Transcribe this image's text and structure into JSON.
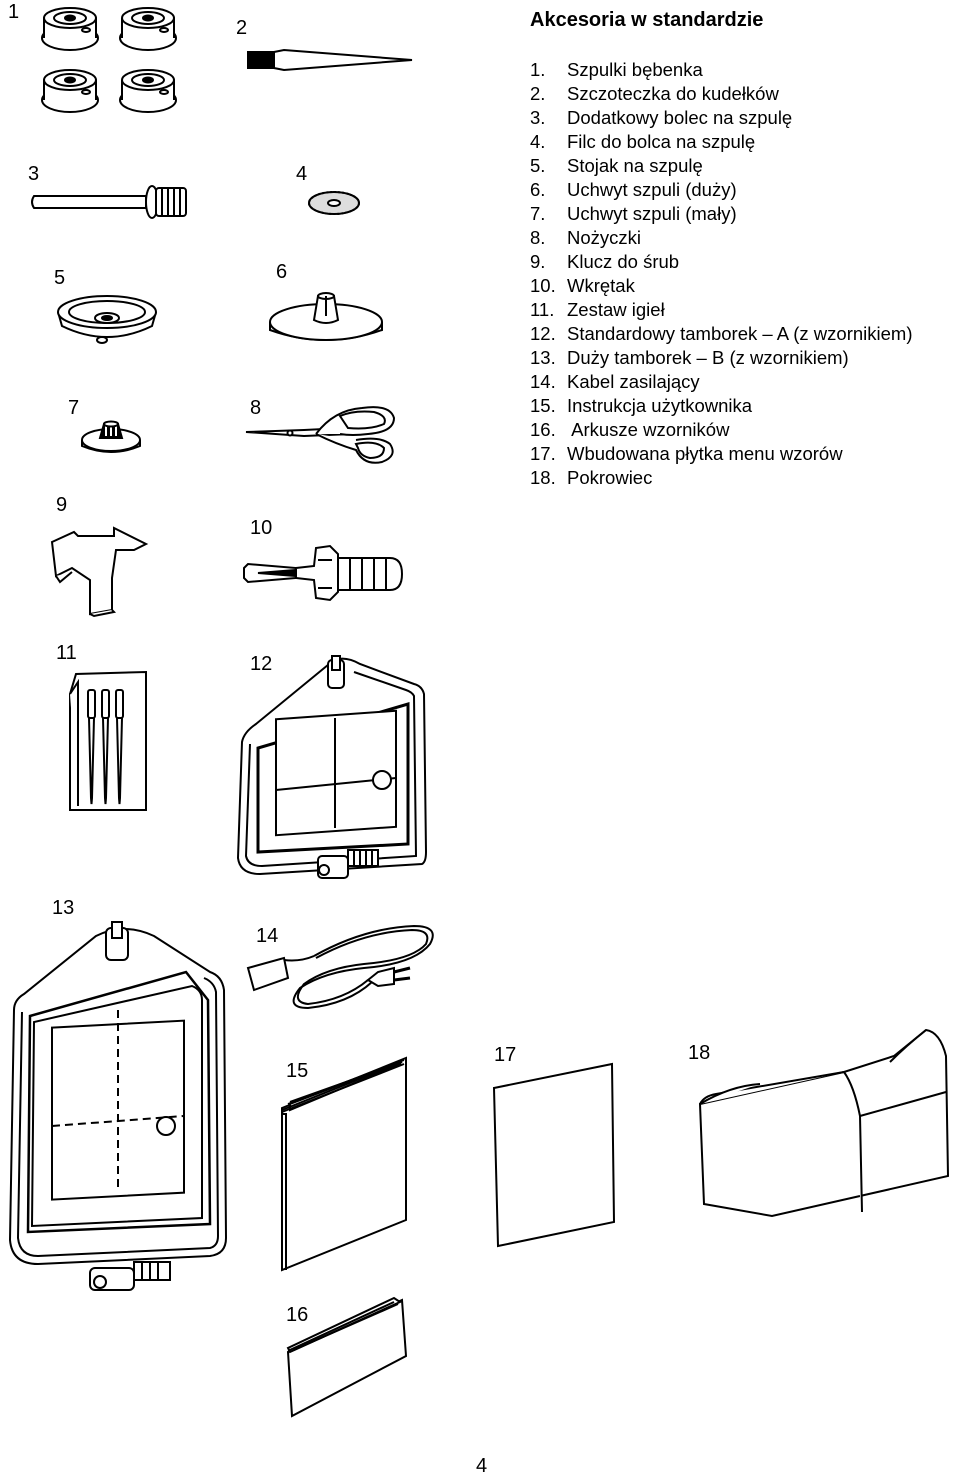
{
  "heading": "Akcesoria w standardzie",
  "items": [
    {
      "num": "1.",
      "name": "Szpulki bębenka"
    },
    {
      "num": "2.",
      "name": "Szczoteczka do kudełków"
    },
    {
      "num": "3.",
      "name": "Dodatkowy bolec na szpulę"
    },
    {
      "num": "4.",
      "name": "Filc do bolca na szpulę"
    },
    {
      "num": "5.",
      "name": "Stojak na szpulę"
    },
    {
      "num": "6.",
      "name": "Uchwyt szpuli (duży)"
    },
    {
      "num": "7.",
      "name": "Uchwyt szpuli (mały)"
    },
    {
      "num": "8.",
      "name": "Nożyczki"
    },
    {
      "num": "9.",
      "name": "Klucz do śrub"
    },
    {
      "num": "10.",
      "name": "Wkrętak"
    },
    {
      "num": "11.",
      "name": "Zestaw igieł"
    },
    {
      "num": "12.",
      "name": "Standardowy tamborek – A (z wzornikiem)"
    },
    {
      "num": "13.",
      "name": "Duży tamborek – B (z wzornikiem)"
    },
    {
      "num": "14.",
      "name": "Kabel zasilający"
    },
    {
      "num": "15.",
      "name": "Instrukcja użytkownika"
    },
    {
      "num": "16.",
      "name": " Arkusze wzorników"
    },
    {
      "num": "17.",
      "name": "Wbudowana płytka menu wzorów"
    },
    {
      "num": "18.",
      "name": "Pokrowiec"
    }
  ],
  "figure_labels": {
    "f1": "1",
    "f2": "2",
    "f3": "3",
    "f4": "4",
    "f5": "5",
    "f6": "6",
    "f7": "7",
    "f8": "8",
    "f9": "9",
    "f10": "10",
    "f11": "11",
    "f12": "12",
    "f13": "13",
    "f14": "14",
    "f15": "15",
    "f16": "16",
    "f17": "17",
    "f18": "18"
  },
  "page_number": "4"
}
